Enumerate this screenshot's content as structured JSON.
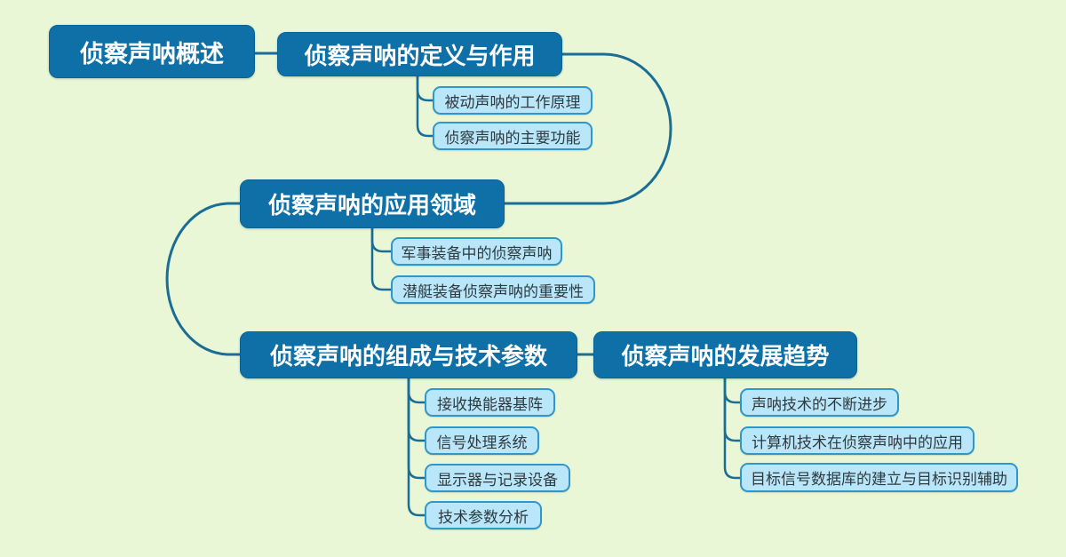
{
  "colors": {
    "bg": "#e9f7d7",
    "node_fill": "#0e70a6",
    "node_border": "#0b6394",
    "node_text": "#ffffff",
    "sub_fill": "#b9e6f8",
    "sub_border": "#2f97cc",
    "sub_text": "#2e3a40",
    "connector": "#1a6d94"
  },
  "nodes": {
    "root": {
      "label": "侦察声呐概述"
    },
    "branches": [
      {
        "label": "侦察声呐的定义与作用",
        "children": [
          "被动声呐的工作原理",
          "侦察声呐的主要功能"
        ]
      },
      {
        "label": "侦察声呐的应用领域",
        "children": [
          "军事装备中的侦察声呐",
          "潜艇装备侦察声呐的重要性"
        ]
      },
      {
        "label": "侦察声呐的组成与技术参数",
        "children": [
          "接收换能器基阵",
          "信号处理系统",
          "显示器与记录设备",
          "技术参数分析"
        ]
      },
      {
        "label": "侦察声呐的发展趋势",
        "children": [
          "声呐技术的不断进步",
          "计算机技术在侦察声呐中的应用",
          "目标信号数据库的建立与目标识别辅助"
        ]
      }
    ]
  }
}
